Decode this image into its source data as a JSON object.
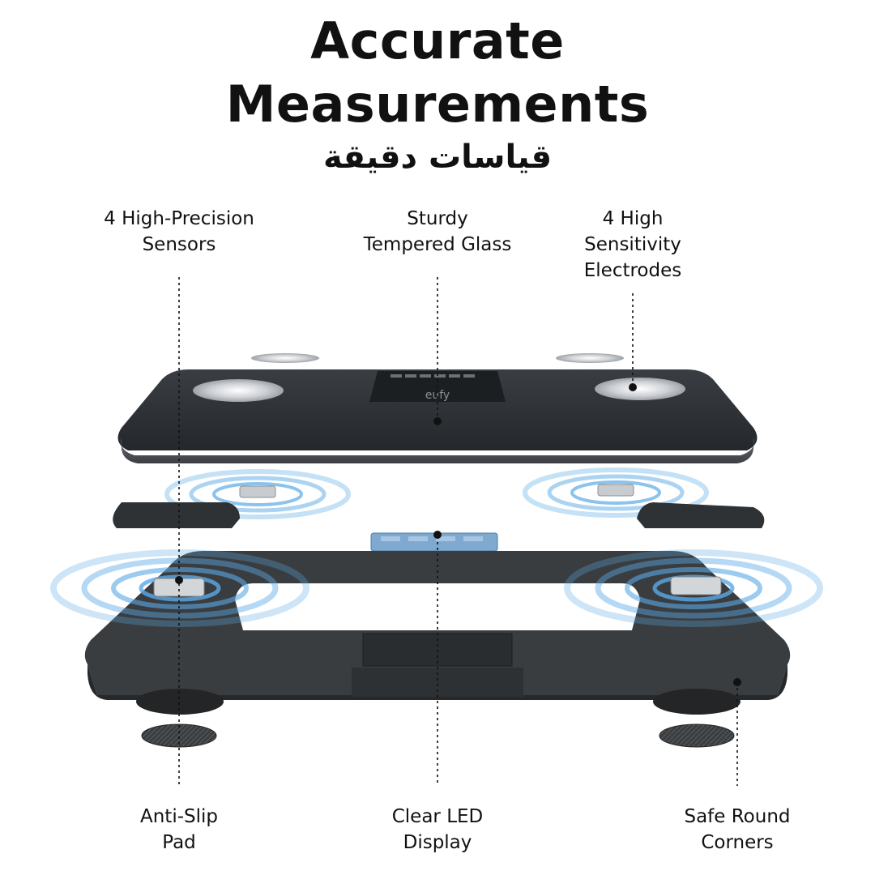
{
  "header": {
    "title_line1": "Accurate",
    "title_line2": "Measurements",
    "subtitle_arabic": "قياسات دقيقة"
  },
  "callouts": {
    "sensors": {
      "line1": "4 High-Precision",
      "line2": "Sensors"
    },
    "glass": {
      "line1": "Sturdy",
      "line2": "Tempered Glass"
    },
    "electrodes": {
      "line1": "4 High",
      "line2": "Sensitivity",
      "line3": "Electrodes"
    },
    "pad": {
      "line1": "Anti-Slip",
      "line2": "Pad"
    },
    "display": {
      "line1": "Clear LED",
      "line2": "Display"
    },
    "corners": {
      "line1": "Safe Round",
      "line2": "Corners"
    }
  },
  "product": {
    "brand_logo": "eufy"
  },
  "colors": {
    "glass_top": "#2b2f33",
    "frame": "#3a3d40",
    "signal_ring": "#5aa9e6",
    "led_display": "#7fa9cf",
    "electrode": "#d9dbde"
  }
}
